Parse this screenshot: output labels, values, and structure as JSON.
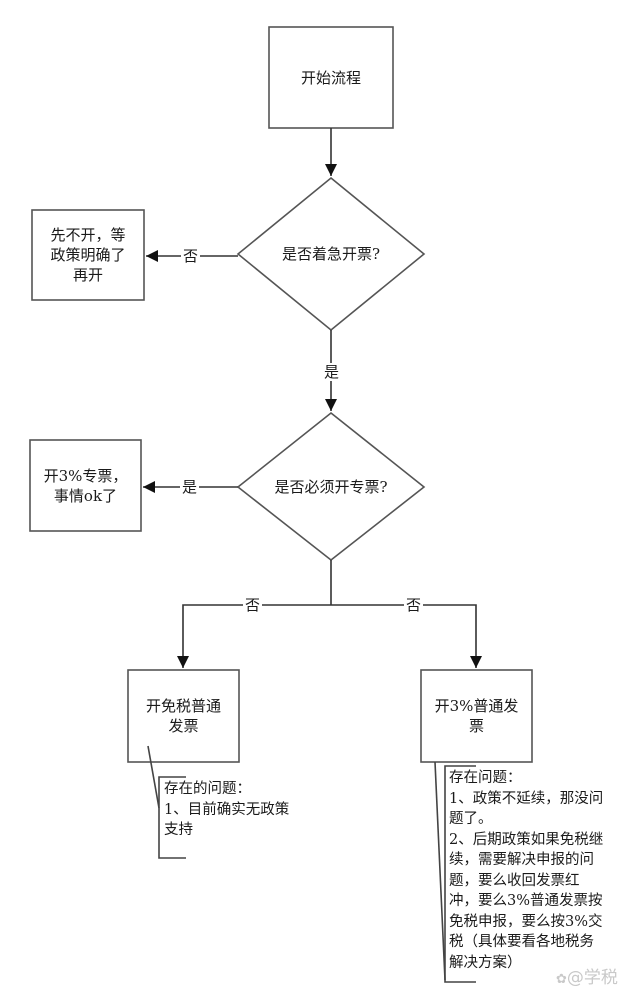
{
  "diagram": {
    "type": "flowchart",
    "nodes": {
      "start": {
        "shape": "rect",
        "text": "开始流程"
      },
      "decision_urgent": {
        "shape": "diamond",
        "text": "是否着急开票?"
      },
      "wait": {
        "shape": "rect",
        "text": "先不开，等\n政策明确了\n再开"
      },
      "decision_special": {
        "shape": "diamond",
        "text": "是否必须开专票?"
      },
      "special_3pct": {
        "shape": "rect",
        "text": "开3%专票，\n事情ok了"
      },
      "exempt_normal": {
        "shape": "rect",
        "text": "开免税普通\n发票"
      },
      "normal_3pct": {
        "shape": "rect",
        "text": "开3%普通发\n票"
      }
    },
    "edges": [
      {
        "from": "start",
        "to": "decision_urgent",
        "label": ""
      },
      {
        "from": "decision_urgent",
        "to": "wait",
        "label": "否"
      },
      {
        "from": "decision_urgent",
        "to": "decision_special",
        "label": "是"
      },
      {
        "from": "decision_special",
        "to": "special_3pct",
        "label": "是"
      },
      {
        "from": "decision_special",
        "to": "exempt_normal",
        "label": "否"
      },
      {
        "from": "decision_special",
        "to": "normal_3pct",
        "label": "否"
      }
    ],
    "notes": {
      "exempt_normal_note": "存在的问题：\n1、目前确实无政策\n支持",
      "normal_3pct_note": "存在问题：\n1、政策不延续，那没问\n题了。\n2、后期政策如果免税继\n续，需要解决申报的问\n题，要么收回发票红\n冲，要么3%普通发票按\n免税申报，要么按3%交\n税（具体要看各地税务\n解决方案）"
    }
  },
  "watermark": "@学税",
  "colors": {
    "stroke": "#555555",
    "arrow": "#111111",
    "text": "#1a1a1a",
    "watermark": "#c9c9c9"
  }
}
